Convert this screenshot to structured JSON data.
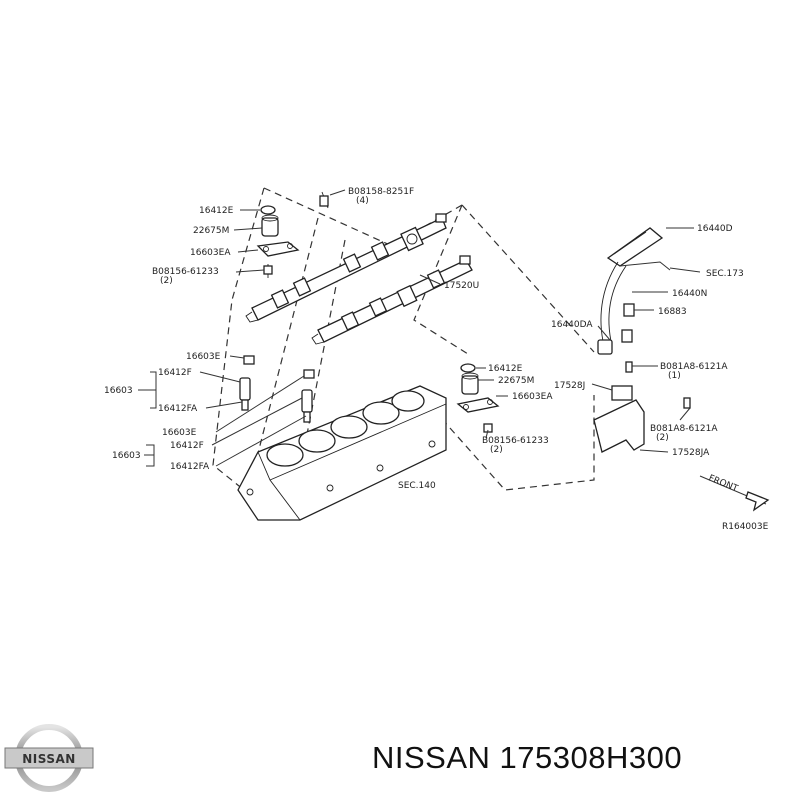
{
  "caption": {
    "brand": "NISSAN",
    "part_number": "175308H300"
  },
  "logo": {
    "text": "NISSAN"
  },
  "diagram": {
    "labels": {
      "l_16412e_top": "16412E",
      "l_22675m_top": "22675M",
      "l_16603ea_top": "16603EA",
      "l_bolt_upper": "B08156-61233",
      "l_bolt_upper_qty": "(2)",
      "l_clip_top": "B08158-8251F",
      "l_clip_top_qty": "(4)",
      "l_17520u": "17520U",
      "l_16603e_a": "16603E",
      "l_16412f_a": "16412F",
      "l_16603_a": "16603",
      "l_16412fa_a": "16412FA",
      "l_16603e_b": "16603E",
      "l_16412f_b": "16412F",
      "l_16603_b": "16603",
      "l_16412fa_b": "16412FA",
      "l_16412e_mid": "16412E",
      "l_22675m_mid": "22675M",
      "l_16603ea_mid": "16603EA",
      "l_bolt_lower": "B08156-61233",
      "l_bolt_lower_qty": "(2)",
      "l_sec140": "SEC.140",
      "l_16440d": "16440D",
      "l_sec173": "SEC.173",
      "l_16440n": "16440N",
      "l_16440da": "16440DA",
      "l_16883": "16883",
      "l_bolt_right1": "B081A8-6121A",
      "l_bolt_right1_qty": "(1)",
      "l_17528j": "17528J",
      "l_bolt_right2": "B081A8-6121A",
      "l_bolt_right2_qty": "(2)",
      "l_17528ja": "17528JA",
      "l_front": "FRONT",
      "l_ref": "R164003E"
    }
  }
}
